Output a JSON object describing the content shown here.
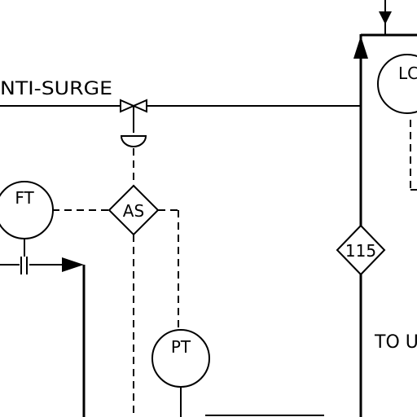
{
  "labels": {
    "anti_surge": "NTI-SURGE",
    "to_u": "TO U"
  },
  "instruments": {
    "ft": "FT",
    "as": "AS",
    "pt": "PT",
    "lc": "LC",
    "loop_115": "115"
  },
  "colors": {
    "line": "#000000",
    "background": "#ffffff"
  }
}
